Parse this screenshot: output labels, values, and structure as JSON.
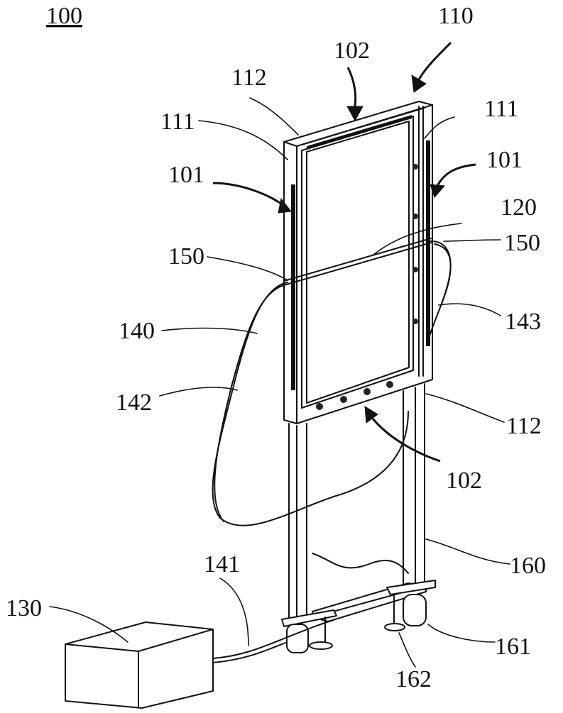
{
  "figure": {
    "title": "100",
    "labels": {
      "l110": "110",
      "l102_top": "102",
      "l112_top": "112",
      "l111_left": "111",
      "l111_right": "111",
      "l101_left": "101",
      "l101_right": "101",
      "l120": "120",
      "l150_left": "150",
      "l150_right": "150",
      "l143": "143",
      "l140": "140",
      "l142": "142",
      "l112_bottom": "112",
      "l102_bottom": "102",
      "l160": "160",
      "l141": "141",
      "l130": "130",
      "l161": "161",
      "l162": "162"
    }
  }
}
